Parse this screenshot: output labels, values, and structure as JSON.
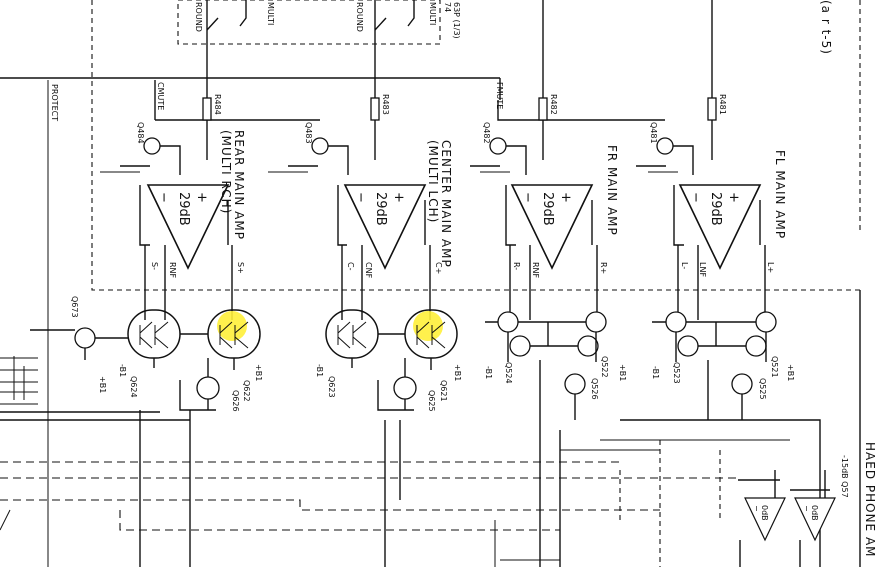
{
  "diagram": {
    "top_labels": {
      "ground_1": "ROUND",
      "multi_1": "MULTI",
      "ground_2": "ROUND",
      "multi_2": "MULTI",
      "connector": "74\n63P (1/3)",
      "part_ref": "(a r t-5)"
    },
    "net_labels": {
      "protect": "PROTECT",
      "cmute": "CMUTE",
      "fmute": "FMUTE"
    },
    "resistors": [
      "R484",
      "R483",
      "R482",
      "R481"
    ],
    "mute_transistors": [
      "Q484",
      "Q483",
      "Q482",
      "Q481"
    ],
    "protect_transistor": "Q673",
    "amplifiers": [
      {
        "gain": "29dB",
        "title": "REAR MAIN AMP",
        "subtitle": "(MULTI RCH)",
        "pin_minus": "S-",
        "pin_nf": "RNF",
        "pin_plus": "S+",
        "q_left": "Q624",
        "q_right": "Q622",
        "q_driver": "Q626"
      },
      {
        "gain": "29dB",
        "title": "CENTER MAIN AMP",
        "subtitle": "(MULTI LCH)",
        "pin_minus": "C-",
        "pin_nf": "CNF",
        "pin_plus": "C+",
        "q_left": "Q623",
        "q_right": "Q621",
        "q_driver": "Q625"
      },
      {
        "gain": "29dB",
        "title": "FR MAIN AMP",
        "subtitle": "",
        "pin_minus": "R-",
        "pin_nf": "RNF",
        "pin_plus": "R+",
        "q_left": "Q524",
        "q_right": "Q522",
        "q_driver": "Q526"
      },
      {
        "gain": "29dB",
        "title": "FL MAIN AMP",
        "subtitle": "",
        "pin_minus": "L-",
        "pin_nf": "LNF",
        "pin_plus": "L+",
        "q_left": "Q523",
        "q_right": "Q521",
        "q_driver": "Q525"
      }
    ],
    "supply": {
      "neg": "-B1",
      "pos": "+B1"
    },
    "headphone": {
      "title": "HAED PHONE AM",
      "gain_a": "0dB",
      "gain_b": "0dB",
      "supply_ref": "-15dB Q57"
    },
    "highlight_color": "#ffef3a"
  }
}
